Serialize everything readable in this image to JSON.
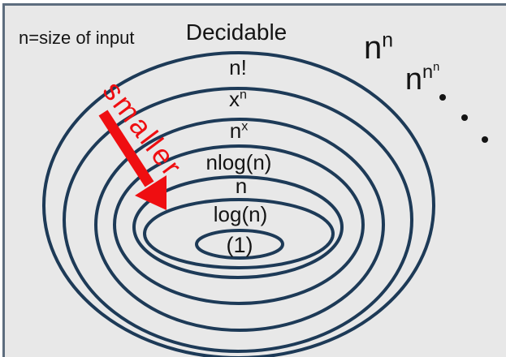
{
  "diagram": {
    "type": "nested-ellipses-growth-rates",
    "note": "n=size of input",
    "outer_region_label": "Decidable",
    "rings_outer_to_inner": [
      "n!",
      "x^n",
      "n^x",
      "nlog(n)",
      "n",
      "log(n)",
      "(1)"
    ],
    "outside_sequence": [
      "n^n",
      "n^(n^n)"
    ],
    "ellipsis_dots": 3,
    "arrow_label": "smaller",
    "arrow_direction": "pointing inward toward smaller classes",
    "colors": {
      "background": "#e8e8e8",
      "frame": "#5d6d7e",
      "ring_stroke": "#1d3a57",
      "arrow_red": "#ef0e11",
      "text": "#141414"
    }
  },
  "labels": {
    "note": "n=size of input",
    "decidable": "Decidable",
    "n_factorial": "n!",
    "x_pow_n": {
      "base": "x",
      "sup": "n"
    },
    "n_pow_x": {
      "base": "n",
      "sup": "x"
    },
    "n_log_n": "nlog(n)",
    "n_linear": "n",
    "log_n": "log(n)",
    "constant": "(1)",
    "n_pow_n": {
      "base": "n",
      "sup": "n"
    },
    "n_pow_n_pow_n": {
      "base": "n",
      "sup": "n",
      "supsup": "n"
    },
    "smaller": "smaller"
  }
}
